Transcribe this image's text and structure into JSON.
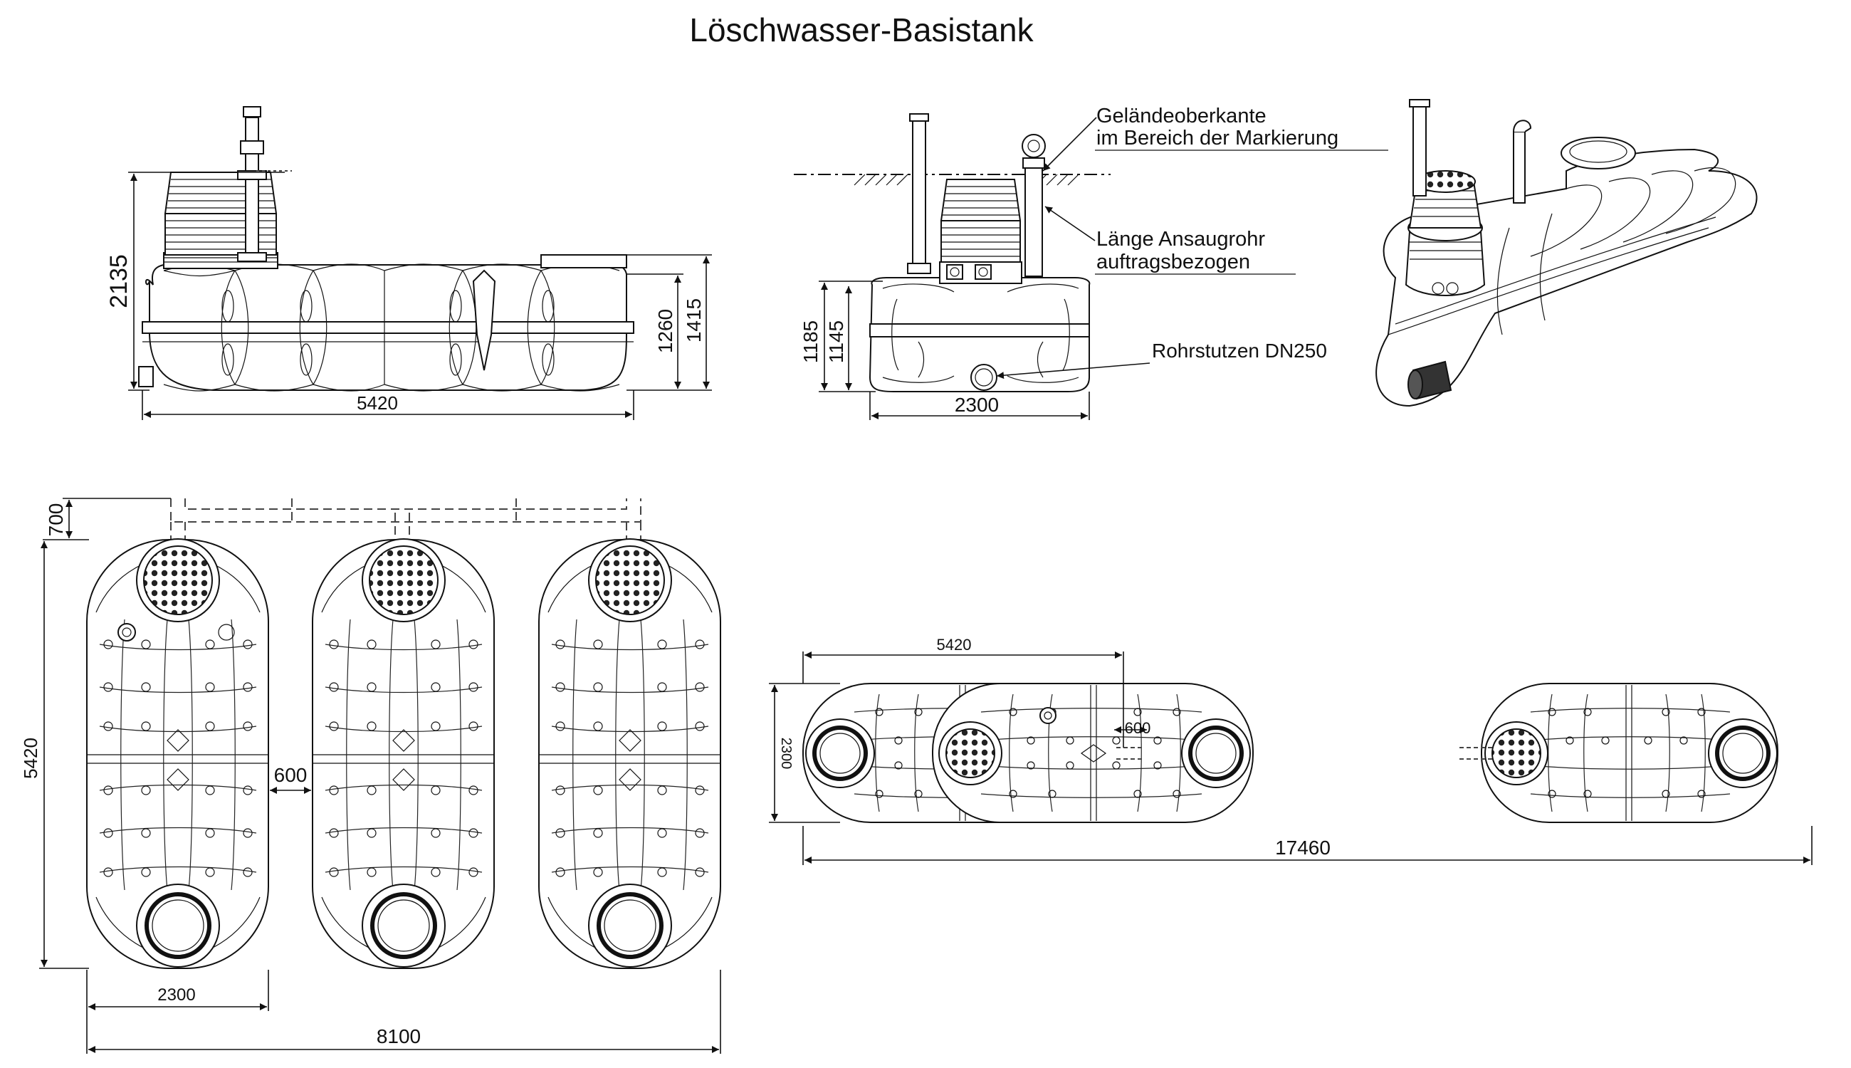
{
  "title": "Löschwasser-Basistank",
  "side_view": {
    "length": "5420",
    "height_total": "2135",
    "height_a": "1260",
    "height_b": "1415"
  },
  "front_view": {
    "width": "2300",
    "height_a": "1185",
    "height_b": "1145",
    "label_ground_line1": "Geländeoberkante",
    "label_ground_line2": "im Bereich der Markierung",
    "label_pipe_line1": "Länge Ansaugrohr",
    "label_pipe_line2": "auftragsbezogen",
    "label_nozzle": "Rohrstutzen DN250"
  },
  "top_parallel": {
    "offset": "700",
    "length": "5420",
    "gap": "600",
    "single_width": "2300",
    "total_width": "8100"
  },
  "top_inline": {
    "single_length": "5420",
    "width": "2300",
    "gap": "600",
    "total_length": "17460"
  },
  "colors": {
    "line": "#111111",
    "background": "#ffffff",
    "pipe_dark": "#333333"
  }
}
